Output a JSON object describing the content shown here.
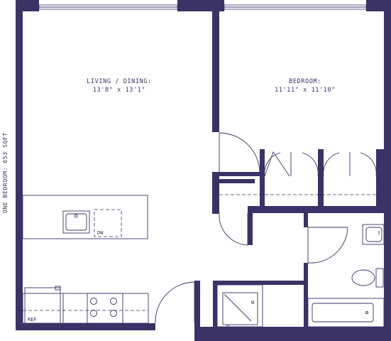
{
  "side_label": "ONE BEDROOM: 653 SQFT",
  "rooms": {
    "living": {
      "name": "LIVING / DINING:",
      "dims": "13'8\" x 13'1\""
    },
    "bedroom": {
      "name": "BEDROOM:",
      "dims": "11'11\" x 11'10\""
    }
  },
  "appliances": {
    "dishwasher": "DW",
    "refrigerator": "REF",
    "washer": "W",
    "dryer": "D"
  },
  "colors": {
    "wall": "#3b3266",
    "background": "#ffffff"
  }
}
